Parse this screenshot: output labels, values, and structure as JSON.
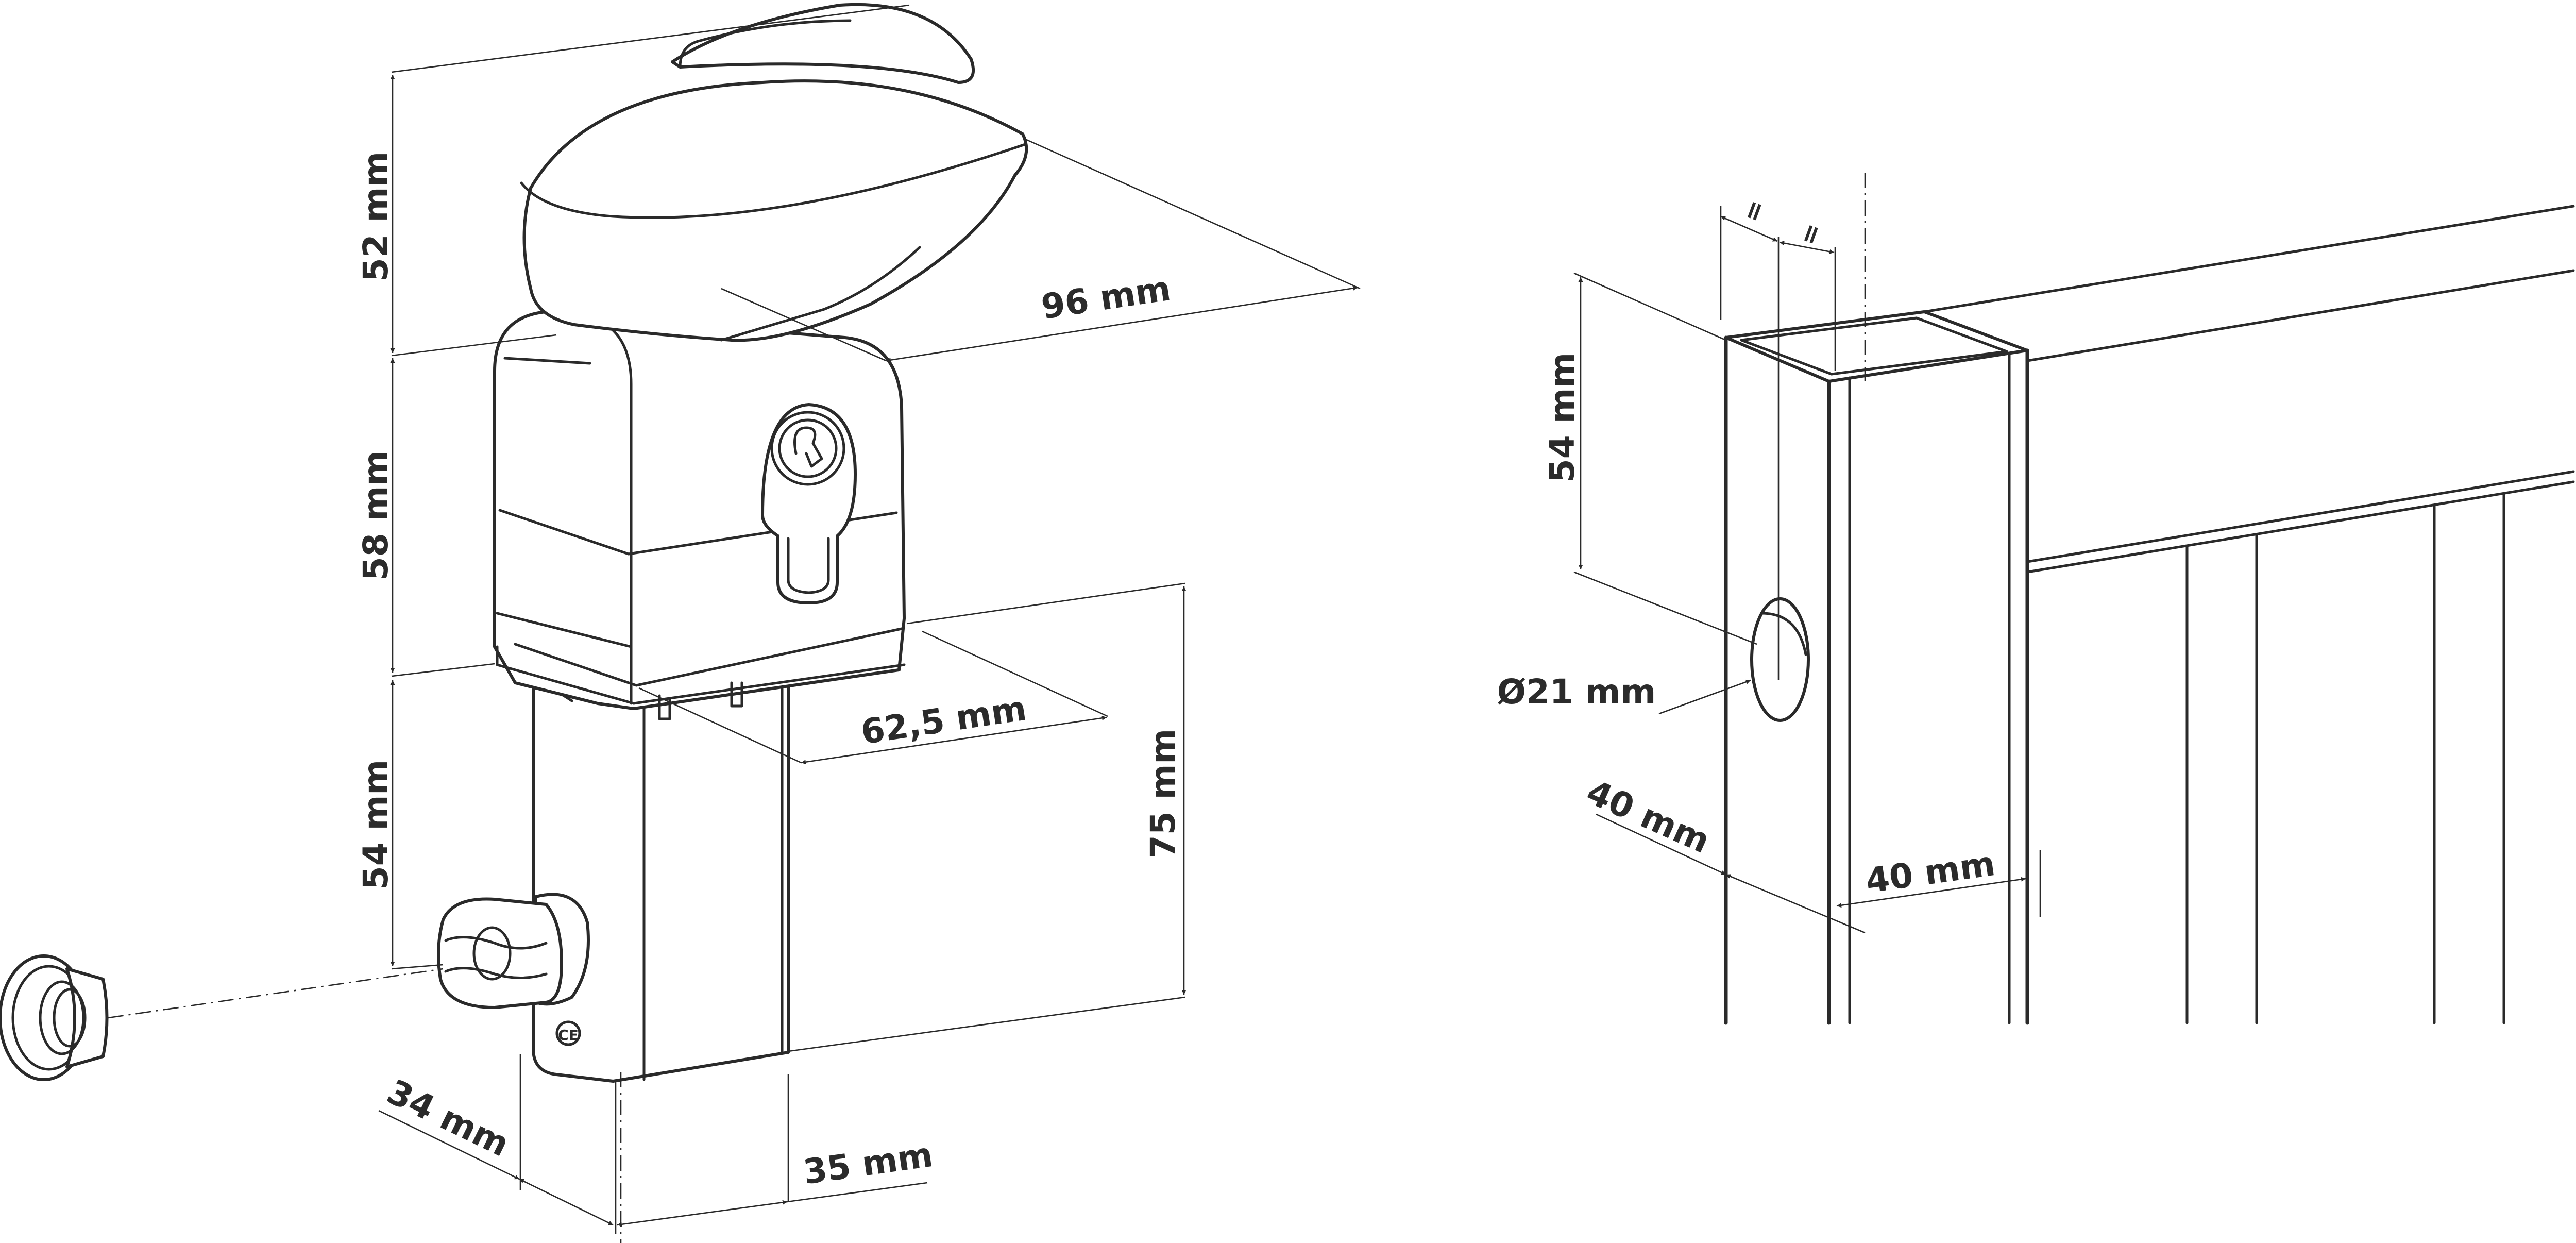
{
  "lock_view": {
    "dim_handle_height": "52 mm",
    "dim_body_height": "58 mm",
    "dim_lower_height": "54 mm",
    "dim_depth_96": "96 mm",
    "dim_depth_62": "62,5 mm",
    "dim_keeper_height": "75 mm",
    "dim_width_34": "34 mm",
    "dim_width_35": "35 mm"
  },
  "post_view": {
    "dim_hole_height": "54 mm",
    "dim_hole_diameter": "Ø21 mm",
    "dim_post_depth": "40 mm",
    "dim_post_width": "40 mm",
    "equal_mark_left": "=",
    "equal_mark_right": "="
  },
  "icon_names": [
    "cylinder-key-icon",
    "ce-mark-icon"
  ]
}
